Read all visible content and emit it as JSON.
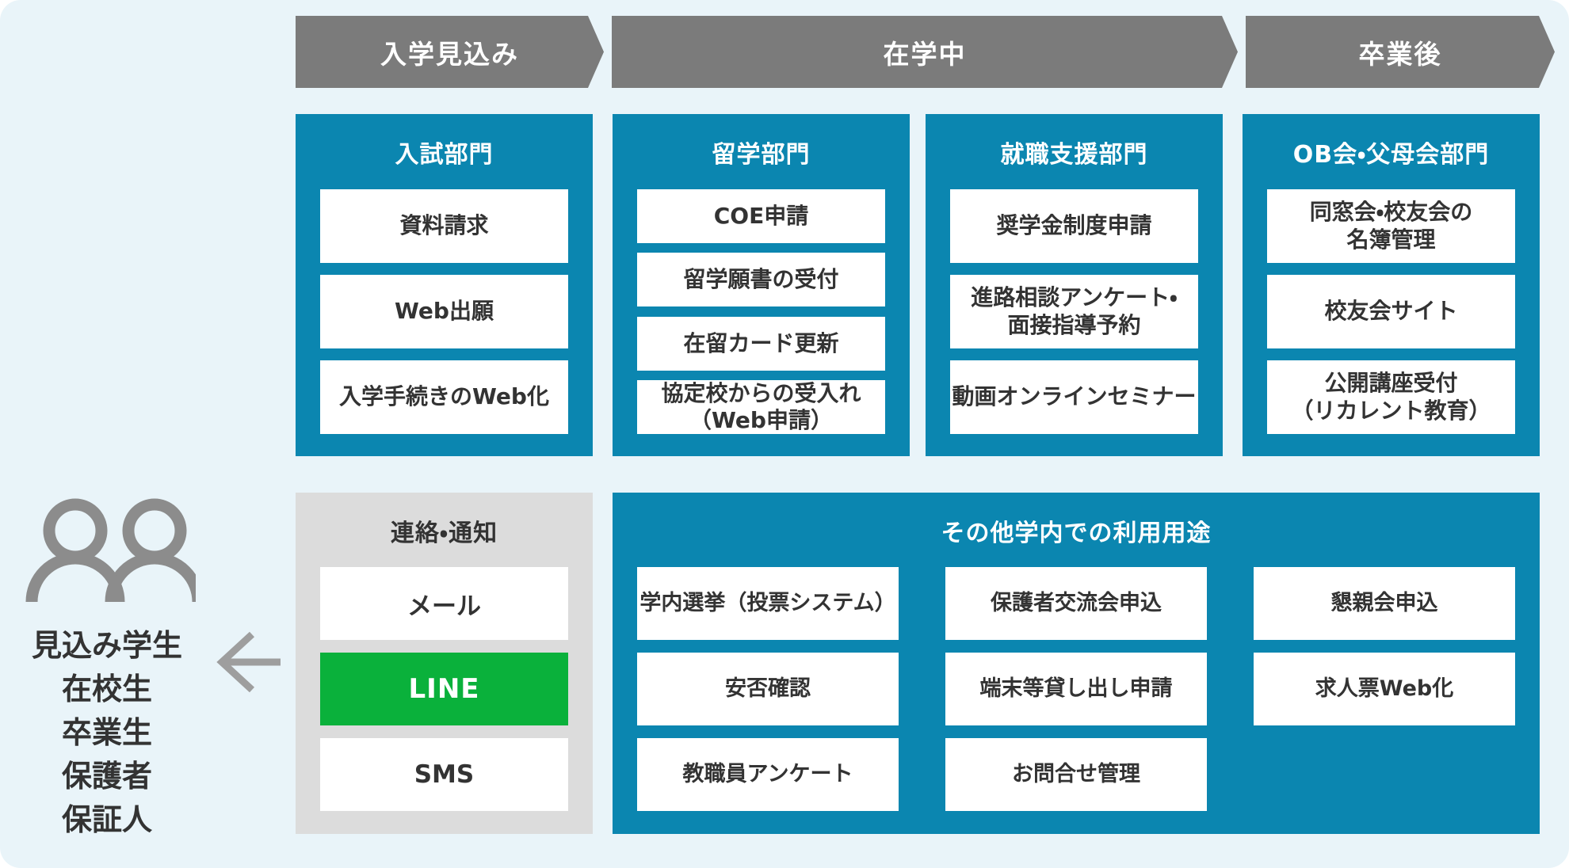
{
  "stages": [
    {
      "label": "入学見込み"
    },
    {
      "label": "在学中"
    },
    {
      "label": "卒業後"
    }
  ],
  "departments": [
    {
      "title": "入試部門",
      "items": [
        "資料請求",
        "Web出願",
        "入学手続きのWeb化"
      ]
    },
    {
      "title": "留学部門",
      "items": [
        "COE申請",
        "留学願書の受付",
        "在留カード更新",
        "協定校からの受入れ\n（Web申請）"
      ]
    },
    {
      "title": "就職支援部門",
      "items": [
        "奨学金制度申請",
        "進路相談アンケート・\n面接指導予約",
        "動画オンラインセミナー"
      ]
    },
    {
      "title": "OB会・父母会部門",
      "items": [
        "同窓会・校友会の\n名簿管理",
        "校友会サイト",
        "公開講座受付\n（リカレント教育）"
      ]
    }
  ],
  "contact": {
    "title": "連絡・通知",
    "items": [
      {
        "label": "メール",
        "highlight": false
      },
      {
        "label": "LINE",
        "highlight": true
      },
      {
        "label": "SMS",
        "highlight": false
      }
    ]
  },
  "other": {
    "title": "その他学内での利用用途",
    "grid": [
      [
        "学内選挙（投票システム）",
        "保護者交流会申込",
        "懇親会申込"
      ],
      [
        "安否確認",
        "端末等貸し出し申請",
        "求人票Web化"
      ],
      [
        "教職員アンケート",
        "お問合せ管理",
        ""
      ]
    ]
  },
  "audience": {
    "labels": [
      "見込み学生",
      "在校生",
      "卒業生",
      "保護者",
      "保証人"
    ]
  },
  "colors": {
    "background": "#e9f4f9",
    "stage_gray": "#7b7b7b",
    "card_blue": "#0b86b0",
    "contact_gray": "#dcdcdc",
    "line_green": "#0ab13b",
    "text_dark": "#333333",
    "icon_gray": "#8c8c8c",
    "arrow_gray": "#9e9e9e"
  }
}
